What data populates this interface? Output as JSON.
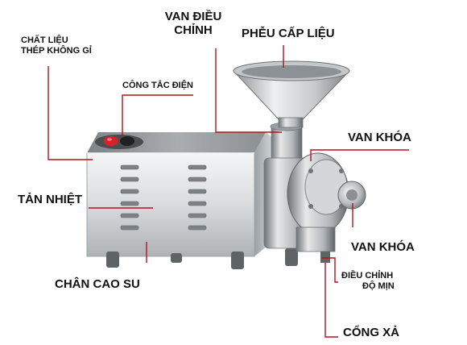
{
  "labels": {
    "material": [
      "CHẤT LIỆU",
      "THÉP KHÔNG GỈ"
    ],
    "power_switch": "CÔNG TẮC ĐIỆN",
    "adjust_valve": [
      "VAN ĐIỀU",
      "CHỈNH"
    ],
    "feed_hopper": "PHỄU CẤP LIỆU",
    "lock_valve_top": "VAN KHÓA",
    "heat_sink": "TẢN NHIỆT",
    "lock_valve_bottom": "VAN KHÓA",
    "rubber_feet": "CHÂN CAO SU",
    "fineness_adjust": [
      "ĐIỀU CHỈNH",
      "ĐỘ MỊN"
    ],
    "outlet": "CỔNG XẢ"
  },
  "colors": {
    "leader_line": "#b5121b",
    "label_text": "#111111",
    "steel_light": "#e9ebec",
    "steel_mid": "#b9bdc0",
    "steel_dark": "#6f7478",
    "switch_red": "#d6232a"
  }
}
